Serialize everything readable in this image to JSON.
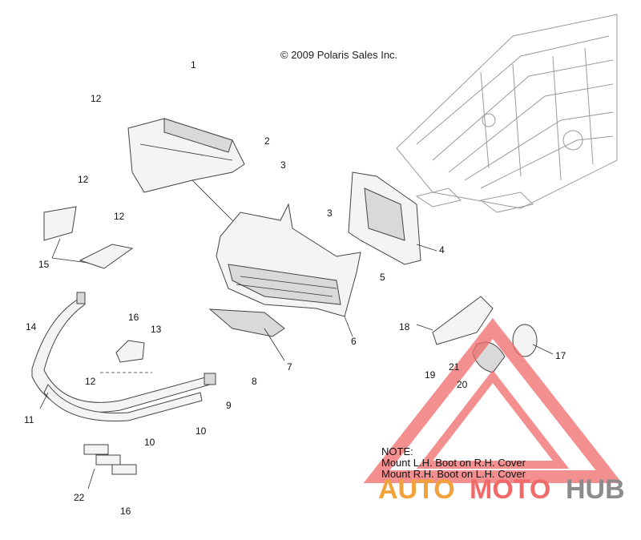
{
  "copyright": "© 2009 Polaris Sales Inc.",
  "callouts": [
    "1",
    "2",
    "3",
    "3",
    "4",
    "5",
    "6",
    "7",
    "8",
    "9",
    "10",
    "10",
    "11",
    "12",
    "12",
    "12",
    "12",
    "13",
    "14",
    "15",
    "16",
    "16",
    "17",
    "18",
    "19",
    "20",
    "21",
    "22"
  ],
  "note": {
    "line1": "NOTE:",
    "line2": "Mount L.H. Boot on R.H. Cover",
    "line3": "Mount R.H. Boot on L.H. Cover"
  },
  "watermark": {
    "auto": "AUTO",
    "moto": "MOTO",
    "hub": "HUB",
    "colors": {
      "auto": "#f2a23a",
      "moto": "#f06a6a",
      "hub": "#8c8c8c"
    }
  }
}
